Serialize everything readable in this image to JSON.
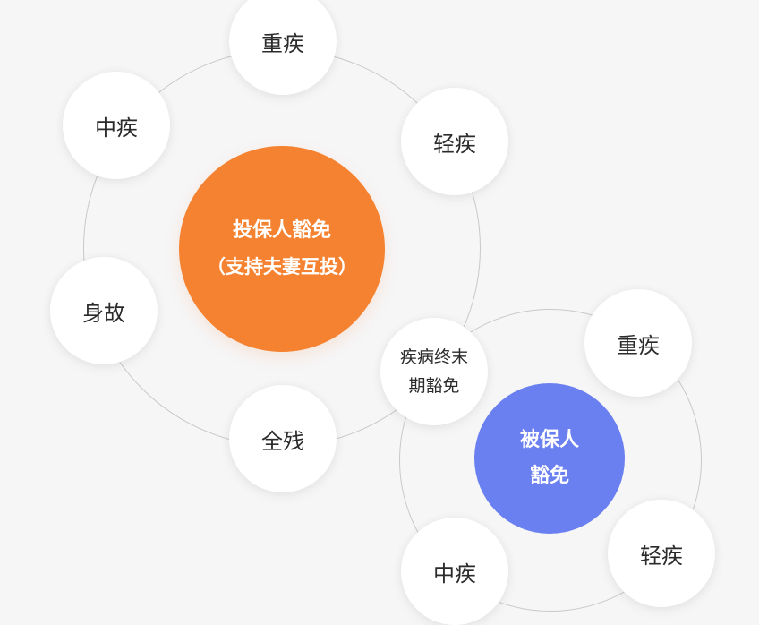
{
  "colors": {
    "background": "#f6f6f7",
    "policyholder_core": "#f58231",
    "insured_core": "#6a7ff0",
    "node_fill": "#ffffff",
    "ring_line": "#c9c9cc",
    "node_text": "#2b2b2b"
  },
  "policyholder": {
    "title_line1": "投保人豁免",
    "title_line2": "（支持夫妻互投）",
    "nodes": [
      {
        "label": "重疾"
      },
      {
        "label": "轻疾"
      },
      {
        "label": "中疾"
      },
      {
        "label": "身故"
      },
      {
        "label": "全残"
      }
    ]
  },
  "shared_node": {
    "line1": "疾病终末",
    "line2": "期豁免"
  },
  "insured": {
    "title_line1": "被保人",
    "title_line2": "豁免",
    "nodes": [
      {
        "label": "重疾"
      },
      {
        "label": "轻疾"
      },
      {
        "label": "中疾"
      }
    ]
  }
}
